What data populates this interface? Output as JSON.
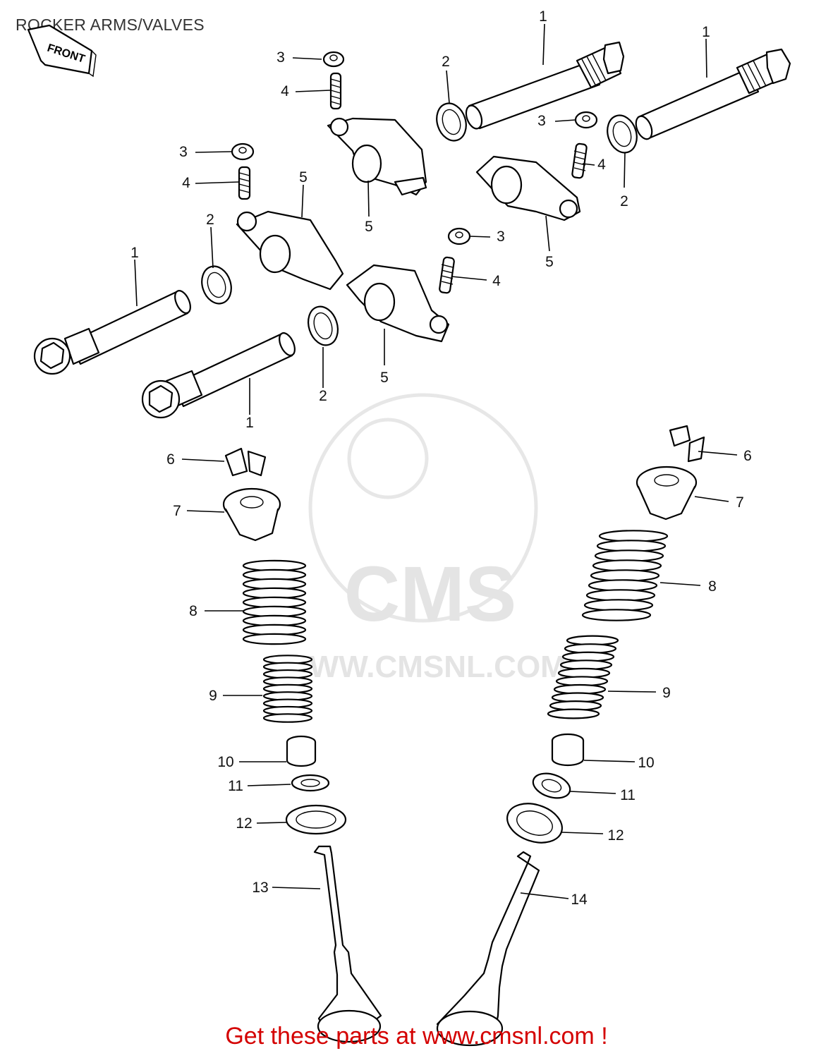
{
  "title": "ROCKER ARMS/VALVES",
  "front_label": "FRONT",
  "watermark": {
    "brand": "CMS",
    "url": "WWW.CMSNL.COM"
  },
  "footer": {
    "text": "Get these parts at www.cmsnl.com !",
    "color": "#d40000"
  },
  "callouts": [
    {
      "id": "c1a",
      "label": "1"
    },
    {
      "id": "c1b",
      "label": "1"
    },
    {
      "id": "c1c",
      "label": "1"
    },
    {
      "id": "c1d",
      "label": "1"
    },
    {
      "id": "c2a",
      "label": "2"
    },
    {
      "id": "c2b",
      "label": "2"
    },
    {
      "id": "c2c",
      "label": "2"
    },
    {
      "id": "c2d",
      "label": "2"
    },
    {
      "id": "c3a",
      "label": "3"
    },
    {
      "id": "c3b",
      "label": "3"
    },
    {
      "id": "c3c",
      "label": "3"
    },
    {
      "id": "c3d",
      "label": "3"
    },
    {
      "id": "c4a",
      "label": "4"
    },
    {
      "id": "c4b",
      "label": "4"
    },
    {
      "id": "c4c",
      "label": "4"
    },
    {
      "id": "c4d",
      "label": "4"
    },
    {
      "id": "c5a",
      "label": "5"
    },
    {
      "id": "c5b",
      "label": "5"
    },
    {
      "id": "c5c",
      "label": "5"
    },
    {
      "id": "c5d",
      "label": "5"
    },
    {
      "id": "c6a",
      "label": "6"
    },
    {
      "id": "c6b",
      "label": "6"
    },
    {
      "id": "c7a",
      "label": "7"
    },
    {
      "id": "c7b",
      "label": "7"
    },
    {
      "id": "c8a",
      "label": "8"
    },
    {
      "id": "c8b",
      "label": "8"
    },
    {
      "id": "c9a",
      "label": "9"
    },
    {
      "id": "c9b",
      "label": "9"
    },
    {
      "id": "c10a",
      "label": "10"
    },
    {
      "id": "c10b",
      "label": "10"
    },
    {
      "id": "c11a",
      "label": "11"
    },
    {
      "id": "c11b",
      "label": "11"
    },
    {
      "id": "c12a",
      "label": "12"
    },
    {
      "id": "c12b",
      "label": "12"
    },
    {
      "id": "c13",
      "label": "13"
    },
    {
      "id": "c14",
      "label": "14"
    }
  ]
}
